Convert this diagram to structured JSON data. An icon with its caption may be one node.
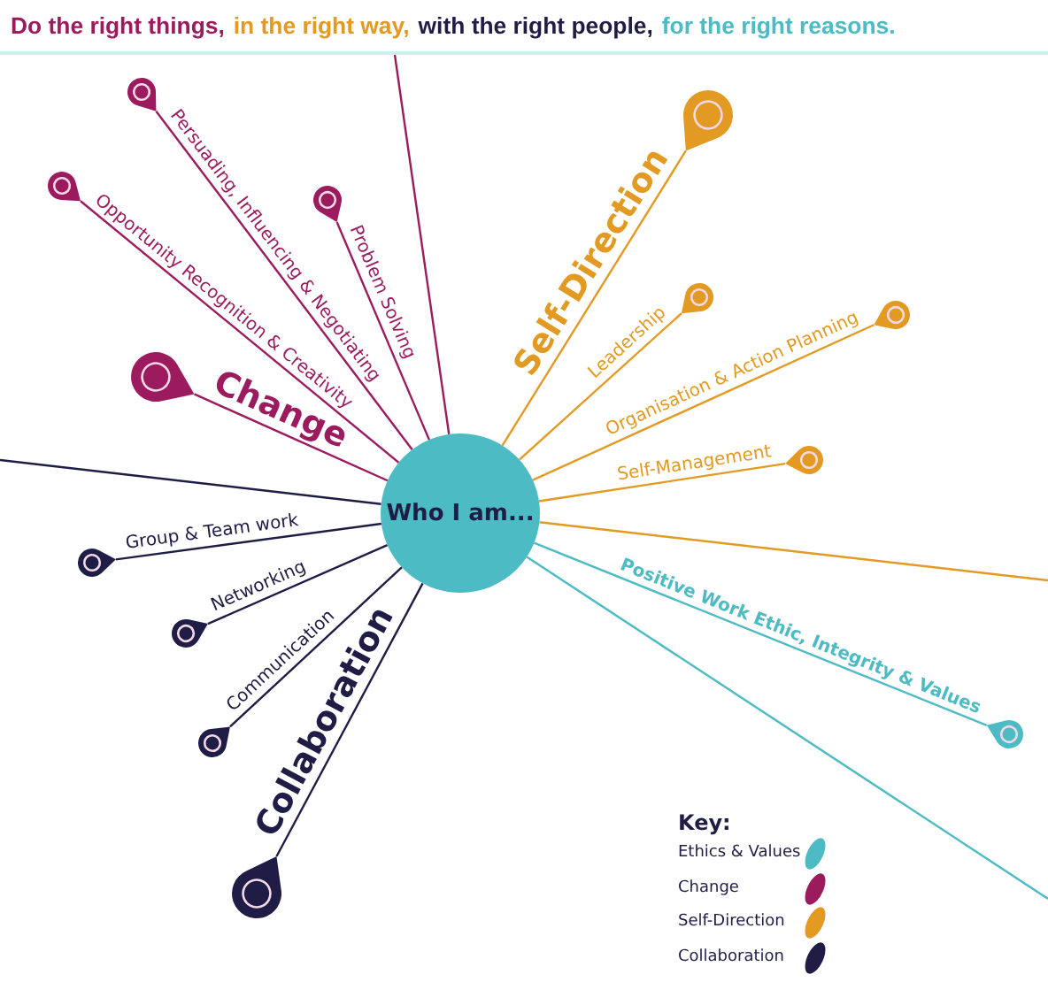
{
  "diagram": {
    "nodes": [
      {
        "text": [
          "Who I am..."
        ]
      },
      {
        "text": [
          "Persuading, Influencing & Negotiating"
        ]
      },
      {
        "text": [
          "Opportunity Recognition & Creativity"
        ]
      },
      {
        "text": [
          "Problem Solving"
        ]
      },
      {
        "text": [
          "Self-Direction"
        ]
      },
      {
        "text": [
          "Leadership"
        ]
      },
      {
        "text": [
          "Organisation & Action Planning"
        ]
      },
      {
        "text": [
          "Change"
        ]
      },
      {
        "text": [
          "Self-Management"
        ]
      },
      {
        "text": [
          "Group & Team work"
        ]
      },
      {
        "text": [
          "Positive Work Ethic, Integrity & Values"
        ]
      },
      {
        "text": [
          "Networking"
        ]
      },
      {
        "text": [
          "Communication"
        ]
      },
      {
        "text": [
          "Collaboration"
        ]
      }
    ],
    "edges": [
      {
        "from": 0,
        "to": 1,
        "arrow": "other",
        "color": "#9b1b5e"
      },
      {
        "from": 0,
        "to": 2,
        "arrow": "other",
        "color": "#9b1b5e"
      },
      {
        "from": 0,
        "to": 3,
        "arrow": "other",
        "color": "#9b1b5e"
      },
      {
        "from": 0,
        "to": 4,
        "arrow": "other",
        "color": "#e39a22"
      },
      {
        "from": 0,
        "to": 5,
        "arrow": "other",
        "color": "#e39a22"
      },
      {
        "from": 0,
        "to": 6,
        "arrow": "other",
        "color": "#e39a22"
      },
      {
        "from": 0,
        "to": 7,
        "arrow": "other",
        "color": "#9b1b5e"
      },
      {
        "from": 0,
        "to": 8,
        "arrow": "other",
        "color": "#e39a22"
      },
      {
        "from": 0,
        "to": 9,
        "arrow": "other",
        "color": "#1f1d45"
      },
      {
        "from": 0,
        "to": 10,
        "arrow": "other",
        "color": "#4dbbc4"
      },
      {
        "from": 0,
        "to": 11,
        "arrow": "other",
        "color": "#1f1d45"
      },
      {
        "from": 0,
        "to": 12,
        "arrow": "other",
        "color": "#1f1d45"
      },
      {
        "from": 0,
        "to": 13,
        "arrow": "other",
        "color": "#1f1d45"
      },
      {
        "from": 0,
        "to": null,
        "arrow": "none",
        "color": "#9b1b5e"
      },
      {
        "from": 0,
        "to": null,
        "arrow": "none",
        "color": "#1f1d45"
      },
      {
        "from": 0,
        "to": null,
        "arrow": "none",
        "color": "#e39a22"
      },
      {
        "from": 0,
        "to": null,
        "arrow": "none",
        "color": "#4dbbc4"
      }
    ],
    "labels": [
      "Do the right things,",
      "in the right way,",
      "with the right people,",
      "for the right reasons.",
      "Key:"
    ],
    "legend": [
      {
        "text": "Ethics & Values",
        "color": "#4dbbc4"
      },
      {
        "text": "Change",
        "color": "#9b1b5e"
      },
      {
        "text": "Self-Direction",
        "color": "#e39a22"
      },
      {
        "text": "Collaboration",
        "color": "#1f1d45"
      }
    ]
  }
}
